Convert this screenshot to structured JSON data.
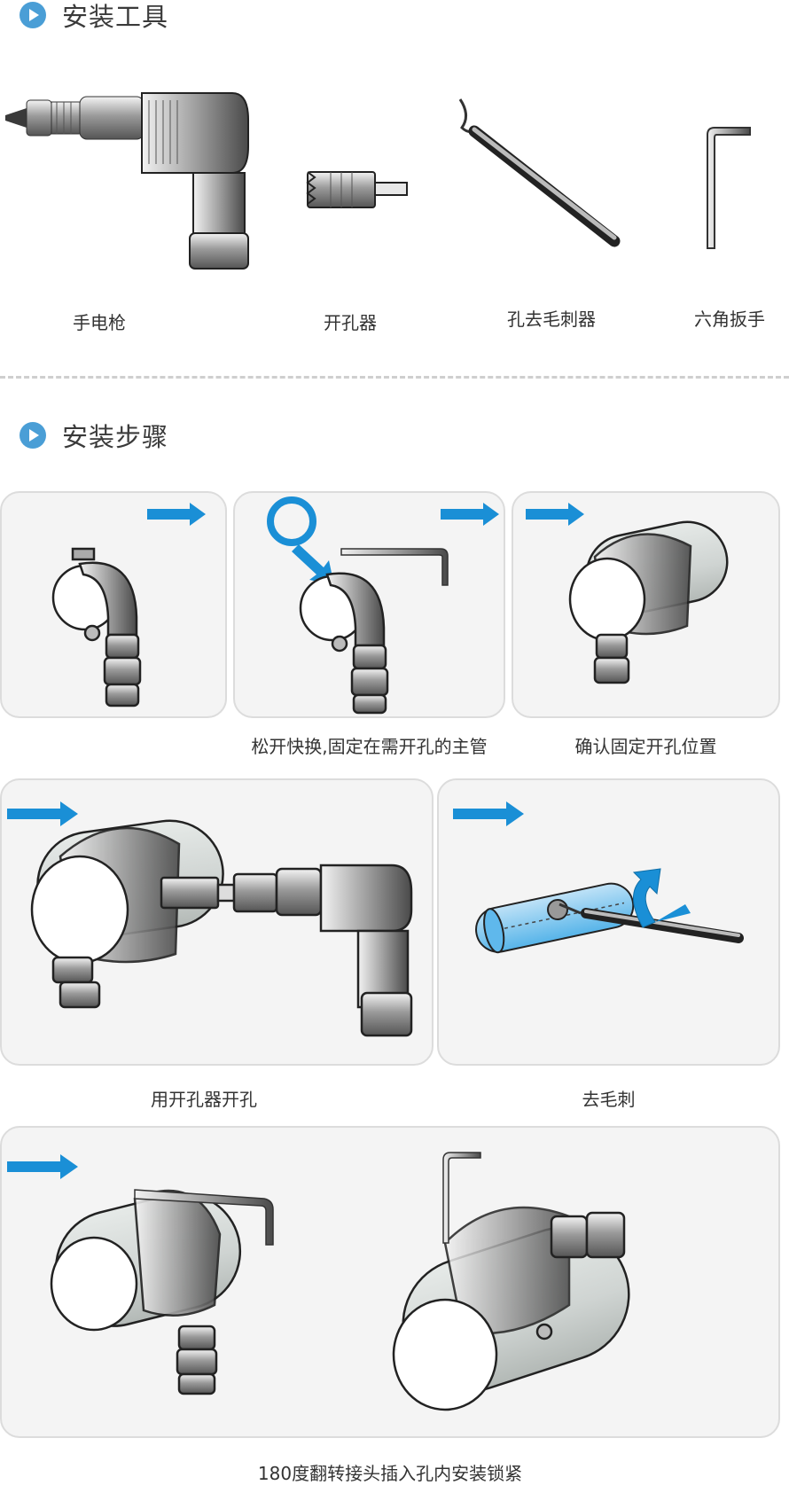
{
  "tools_section": {
    "title": "安装工具",
    "icon": "play-circle-icon",
    "tools": [
      {
        "label": "手电枪",
        "icon": "electric-drill-icon"
      },
      {
        "label": "开孔器",
        "icon": "hole-saw-icon"
      },
      {
        "label": "孔去毛刺器",
        "icon": "deburring-tool-icon"
      },
      {
        "label": "六角扳手",
        "icon": "hex-key-icon"
      }
    ]
  },
  "steps_section": {
    "title": "安装步骤",
    "icon": "play-circle-icon",
    "captions": [
      "松开快换,固定在需开孔的主管",
      "确认固定开孔位置",
      "用开孔器开孔",
      "去毛刺",
      "180度翻转接头插入孔内安装锁紧"
    ]
  },
  "colors": {
    "accent_blue": "#1a8fd6",
    "icon_blue": "#4a9ed6",
    "panel_bg": "#f4f4f4",
    "panel_border": "#dcdcdc",
    "pipe": "#d8dcda"
  }
}
